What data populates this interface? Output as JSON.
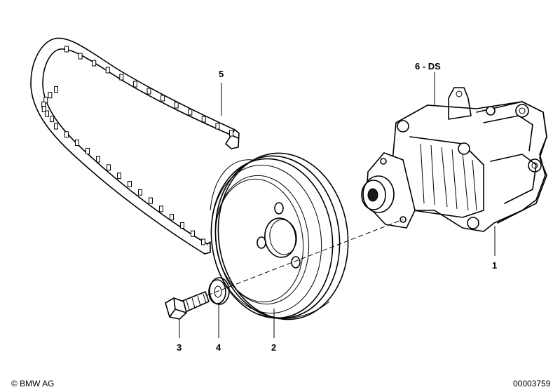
{
  "callouts": {
    "c1": "1",
    "c2": "2",
    "c3": "3",
    "c4": "4",
    "c5": "5",
    "c6": "6 - DS"
  },
  "footer": {
    "copyright": "© BMW AG",
    "diagram_number": "00003759"
  }
}
